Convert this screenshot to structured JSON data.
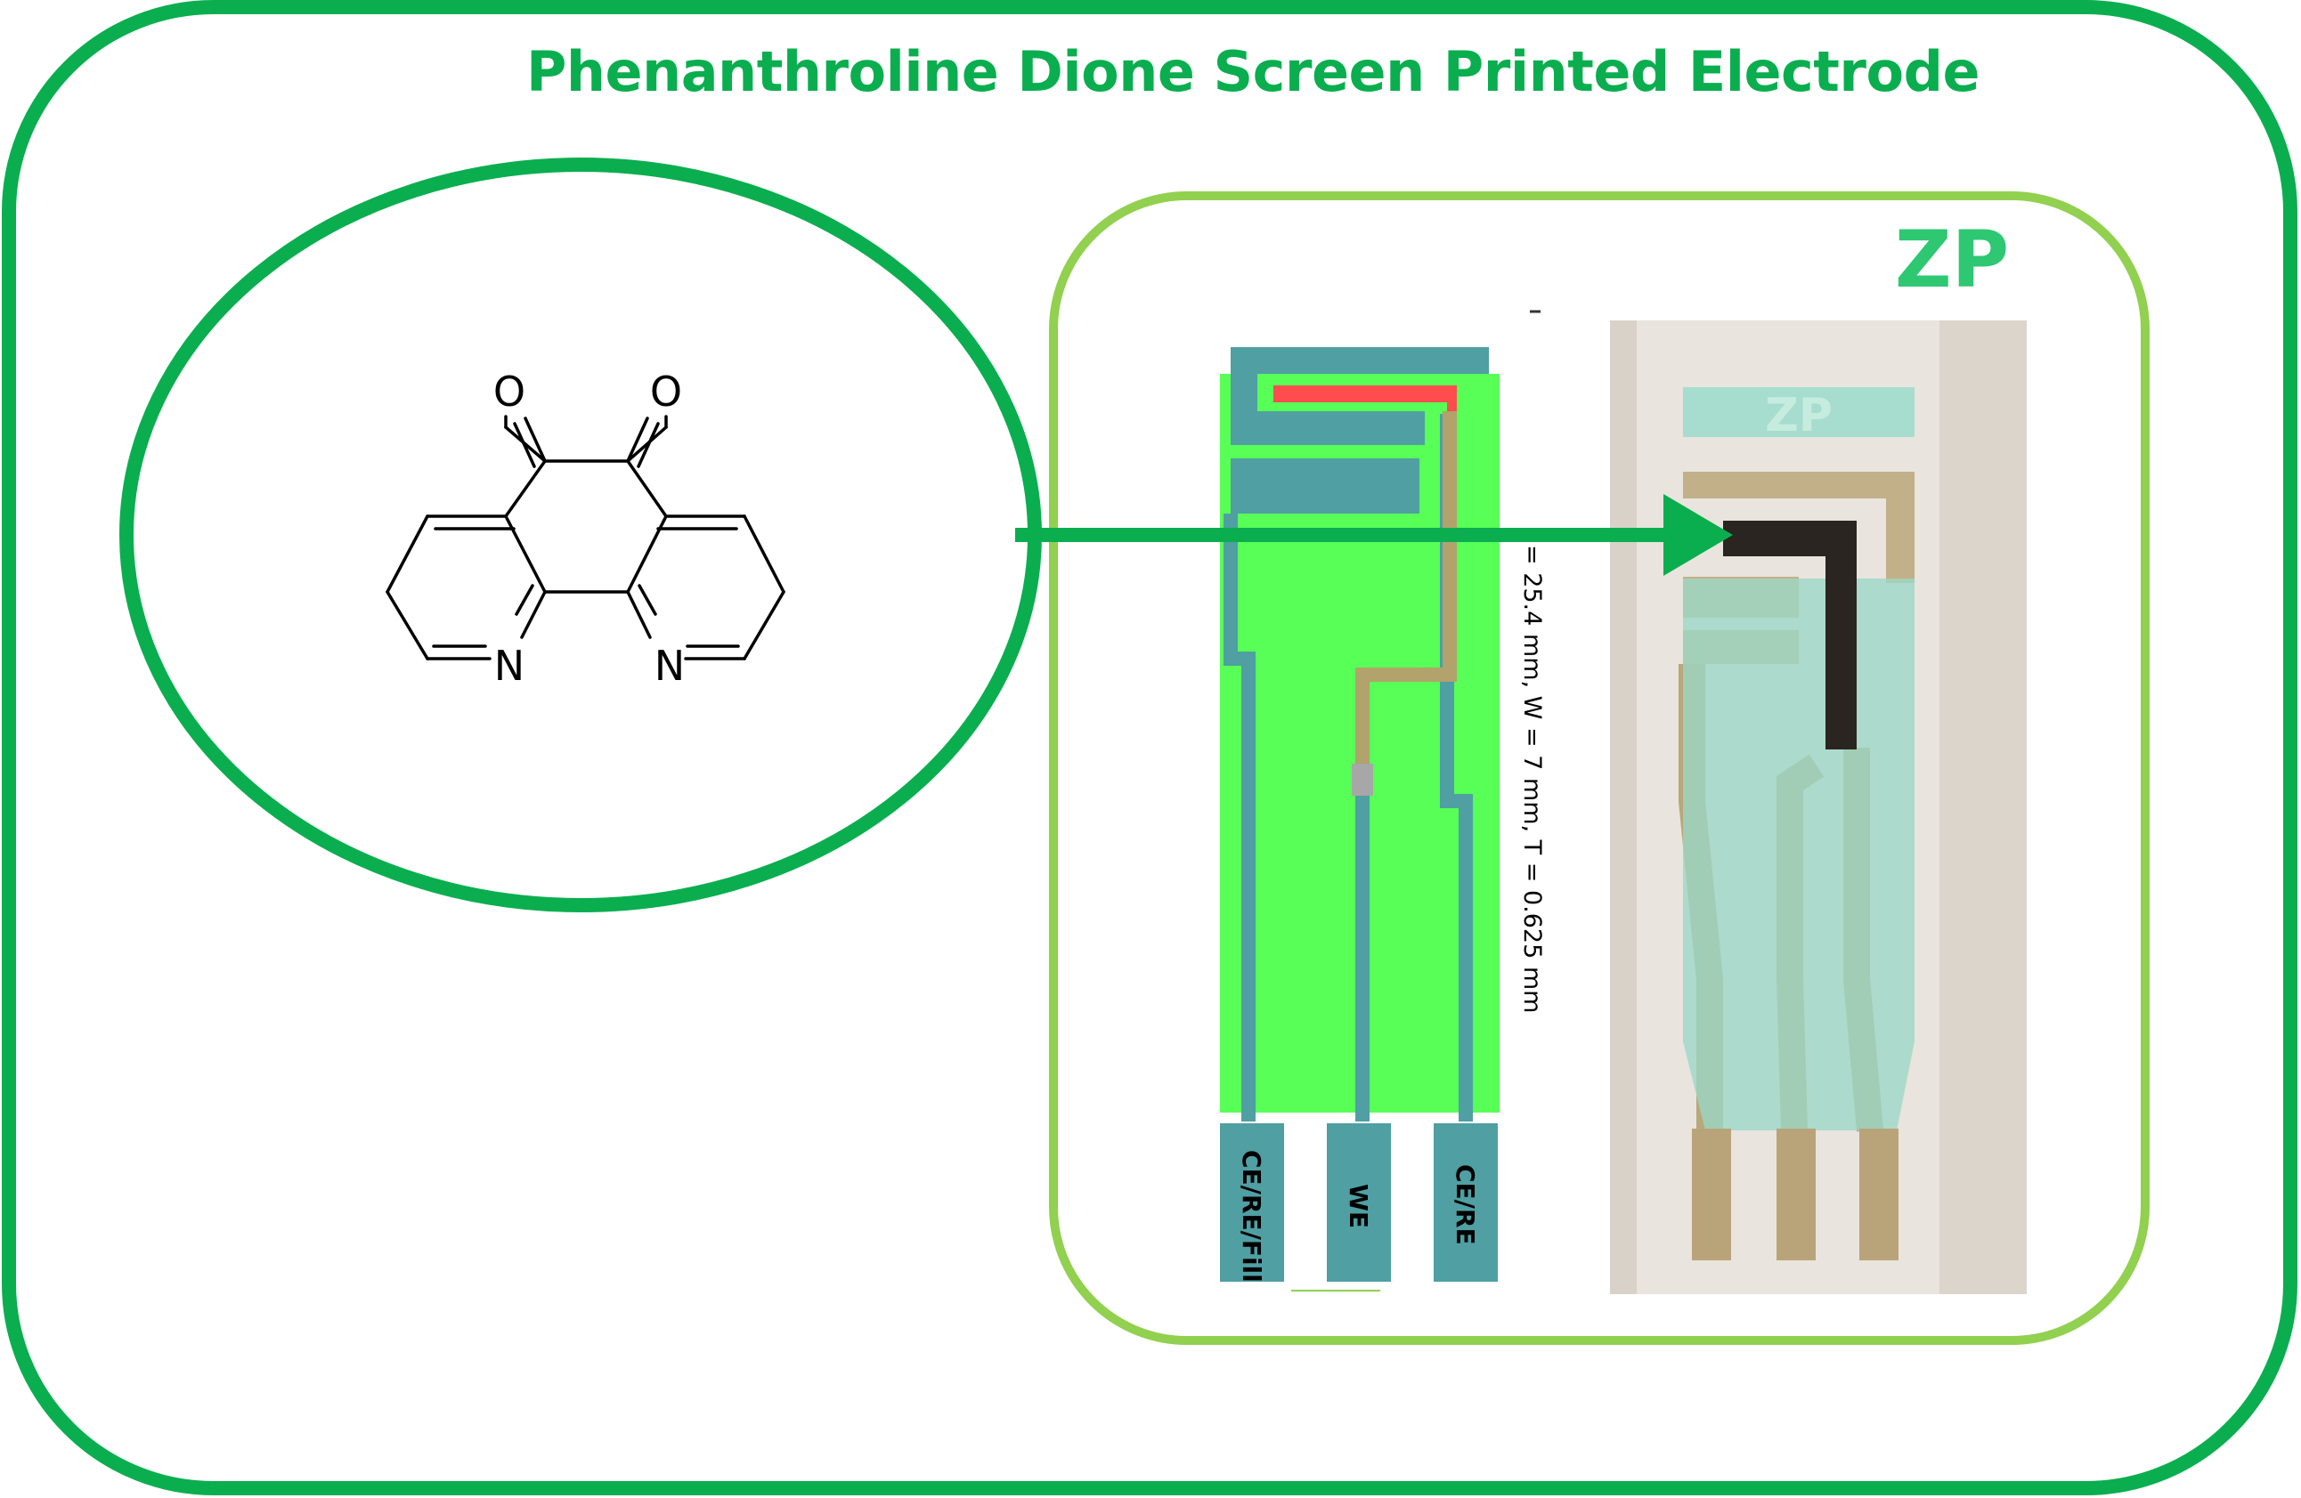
{
  "title": "Phenanthroline Dione Screen Printed Electrode",
  "molecule": {
    "atom_labels": {
      "oxygen_1": "O",
      "oxygen_2": "O",
      "nitrogen_1": "N",
      "nitrogen_2": "N"
    }
  },
  "schematic": {
    "dimension_text": "= 25.4 mm, W = 7 mm, T = 0.625 mm",
    "pads": [
      "CE/RE/Fill",
      "WE",
      "CE/RE"
    ]
  },
  "photo": {
    "logo_text": "ZP"
  },
  "logo": "ZP",
  "colors": {
    "outer_border": "#0aae4f",
    "inner_border": "#92d050",
    "title": "#0aae4f",
    "teal": "#4f9fa3",
    "bright_green": "#57ff57",
    "red_trace": "#ff4d4d",
    "tan_trace": "#b2a26c",
    "photo_bg": "#e6e0d8",
    "carbon": "#2a2520"
  }
}
